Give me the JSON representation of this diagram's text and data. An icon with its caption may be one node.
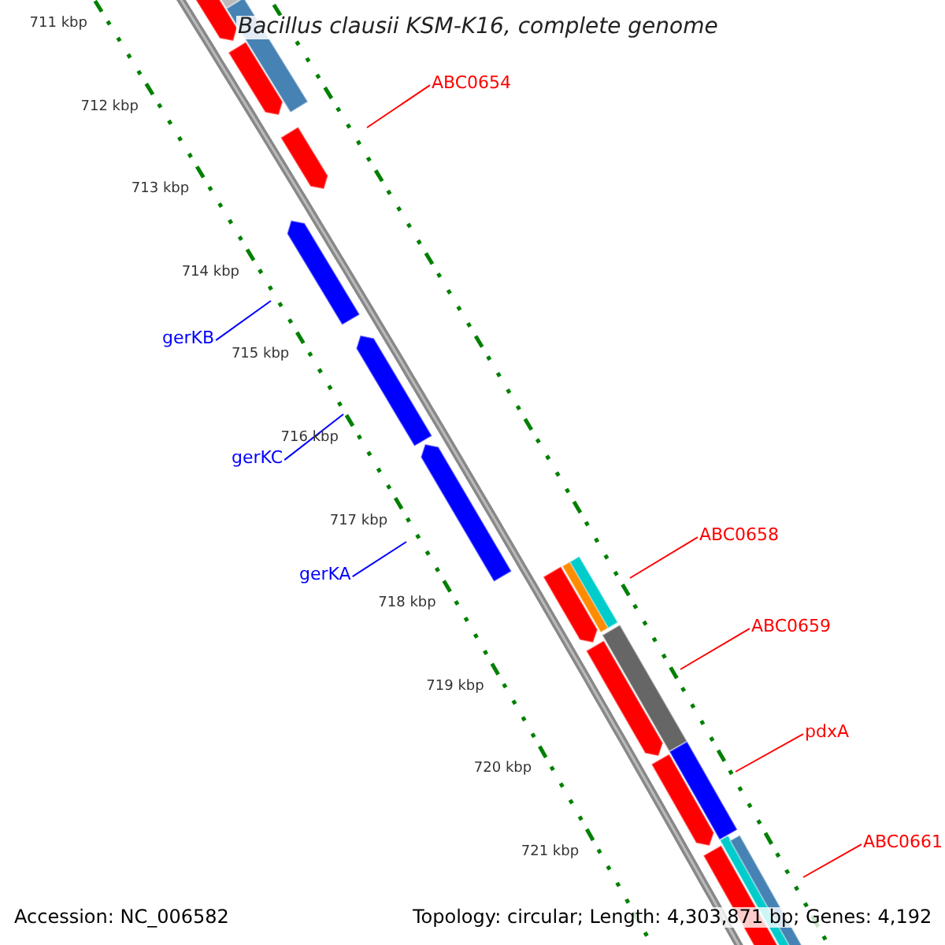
{
  "diagram": {
    "title": "Bacillus clausii KSM-K16, complete genome",
    "nodes": [
      {
        "text": [
          "ABC0654"
        ]
      },
      {
        "text": [
          "gerKB"
        ]
      },
      {
        "text": [
          "gerKC"
        ]
      },
      {
        "text": [
          "gerKA"
        ]
      },
      {
        "text": [
          "ABC0658"
        ]
      },
      {
        "text": [
          "ABC0659"
        ]
      },
      {
        "text": [
          "pdxA"
        ]
      },
      {
        "text": [
          "ABC0661"
        ]
      }
    ],
    "edges": [
      {
        "from": 0,
        "to": null,
        "arrow": "none"
      },
      {
        "from": 1,
        "to": null,
        "arrow": "none",
        "color": "#0000ff"
      },
      {
        "from": 2,
        "to": null,
        "arrow": "none",
        "color": "#0000ff"
      },
      {
        "from": 3,
        "to": null,
        "arrow": "none",
        "color": "#0000ff"
      },
      {
        "from": 4,
        "to": null,
        "arrow": "none"
      },
      {
        "from": 5,
        "to": null,
        "arrow": "none"
      },
      {
        "from": 6,
        "to": null,
        "arrow": "none"
      },
      {
        "from": 7,
        "to": null,
        "arrow": "none"
      }
    ],
    "labels": [
      "711 kbp",
      "712 kbp",
      "713 kbp",
      "714 kbp",
      "715 kbp",
      "716 kbp",
      "717 kbp",
      "718 kbp",
      "719 kbp",
      "720 kbp",
      "721 kbp",
      "Accession: NC_006582",
      "Topology: circular; Length: 4,303,871 bp; Genes: 4,192"
    ]
  }
}
